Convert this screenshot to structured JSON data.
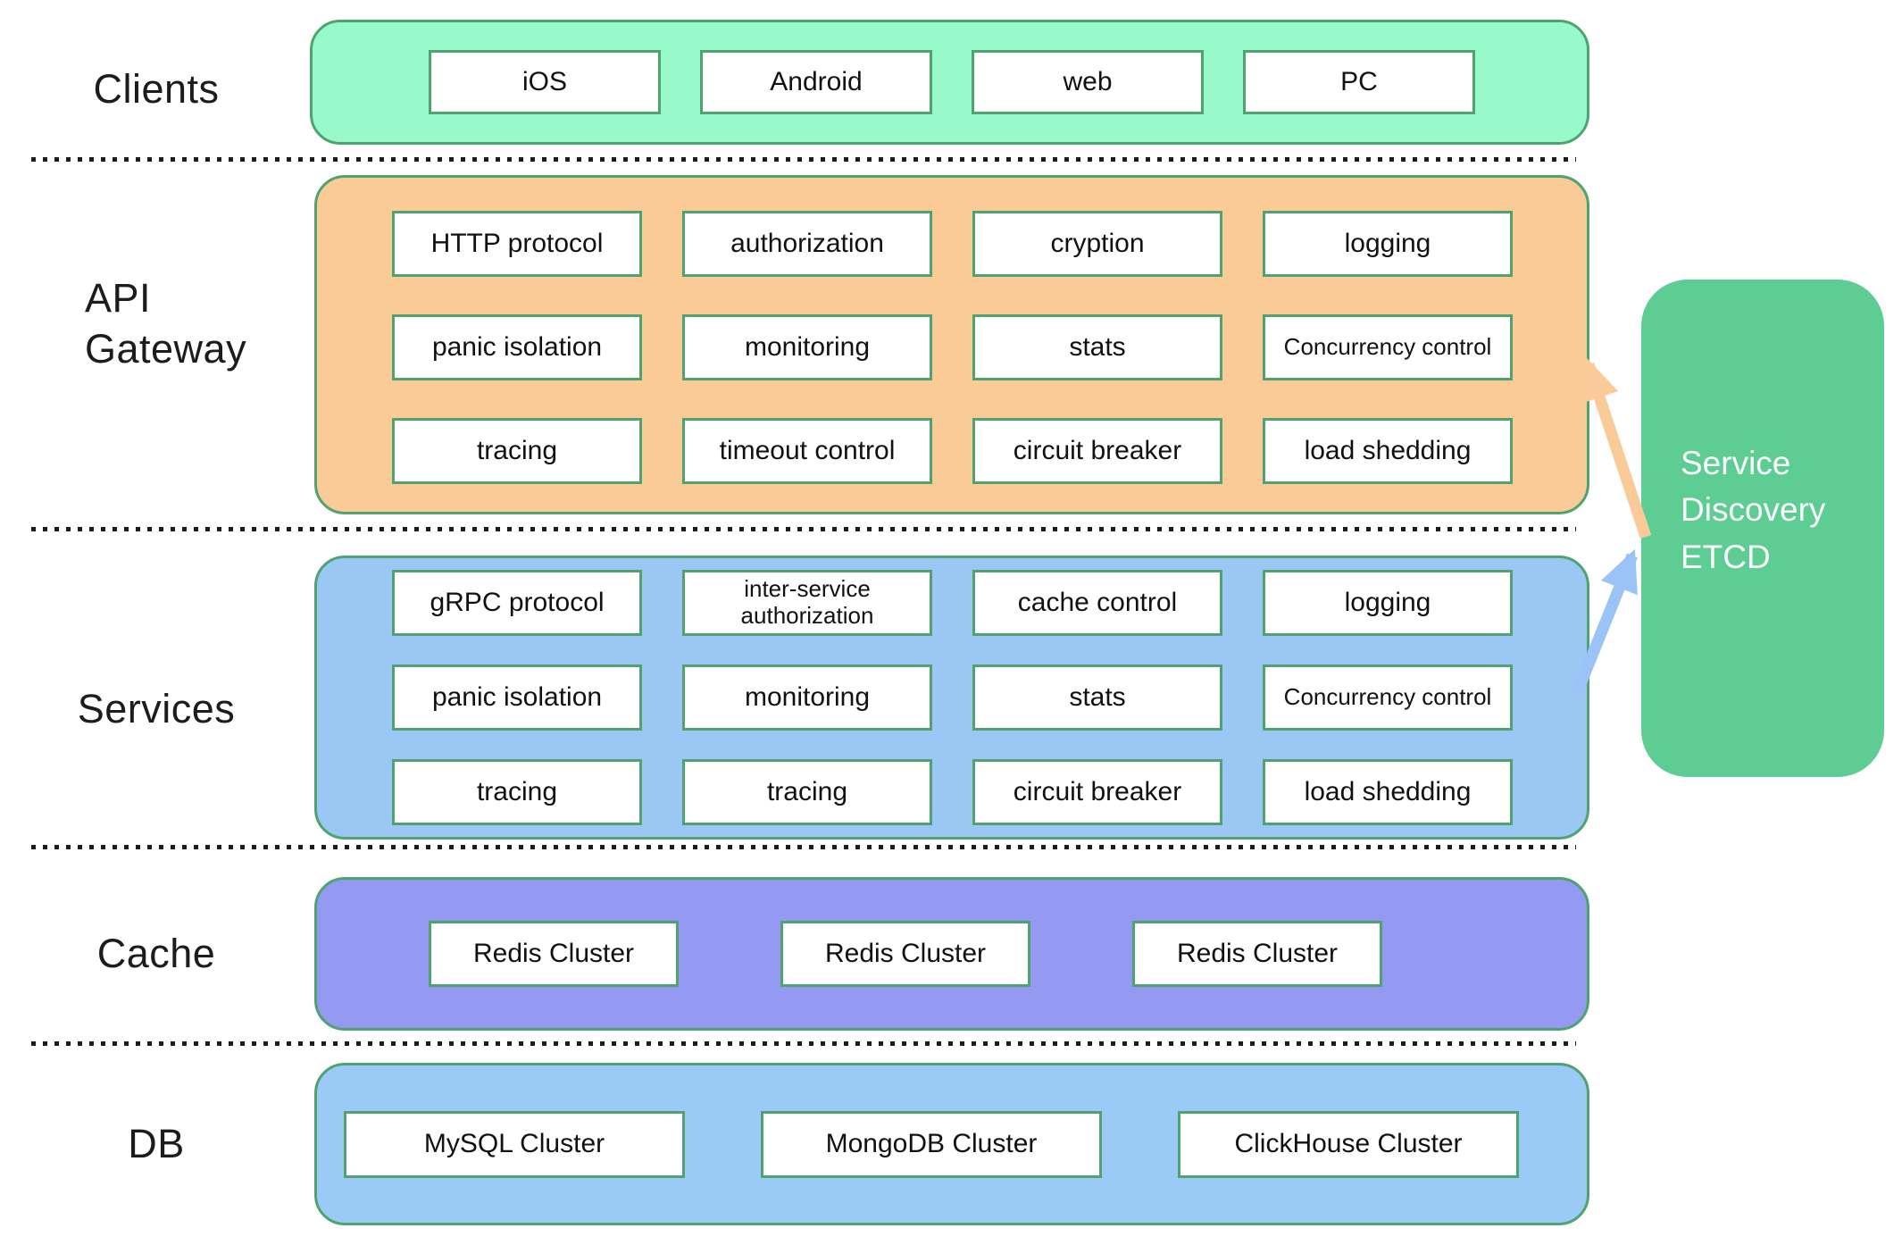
{
  "labels": {
    "clients": "Clients",
    "gateway_line1": "API",
    "gateway_line2": "Gateway",
    "services": "Services",
    "cache": "Cache",
    "db": "DB"
  },
  "clients": {
    "boxes": [
      "iOS",
      "Android",
      "web",
      "PC"
    ]
  },
  "gateway": {
    "rows": [
      [
        "HTTP protocol",
        "authorization",
        "cryption",
        "logging"
      ],
      [
        "panic isolation",
        "monitoring",
        "stats",
        "Concurrency control"
      ],
      [
        "tracing",
        "timeout control",
        "circuit breaker",
        "load shedding"
      ]
    ]
  },
  "services": {
    "rows": [
      [
        "gRPC protocol",
        "inter-service authorization",
        "cache control",
        "logging"
      ],
      [
        "panic isolation",
        "monitoring",
        "stats",
        "Concurrency control"
      ],
      [
        "tracing",
        "tracing",
        "circuit breaker",
        "load shedding"
      ]
    ]
  },
  "cache": {
    "boxes": [
      "Redis Cluster",
      "Redis Cluster",
      "Redis Cluster"
    ]
  },
  "db": {
    "boxes": [
      "MySQL Cluster",
      "MongoDB Cluster",
      "ClickHouse Cluster"
    ]
  },
  "etcd": {
    "lines": [
      "Service",
      "Discovery",
      "ETCD"
    ]
  },
  "arrows": [
    {
      "id": "orange-arrow",
      "tail": "service-discovery-left-edge",
      "head": "api-gateway-right-edge",
      "color": "#FACB98"
    },
    {
      "id": "blue-arrow",
      "tail": "services-right-edge",
      "head": "service-discovery-left-edge",
      "color": "#9CC3F7"
    }
  ],
  "colors": {
    "clients_fill": "#98FACA",
    "api_gateway_fill": "#FBCB97",
    "services_fill": "#9AC7F4",
    "cache_fill": "#9499F2",
    "db_fill": "#9CCAF6",
    "etcd_fill": "#5ECD93",
    "green_border": "#4FA36F",
    "arrow_orange": "#FACB98",
    "arrow_blue": "#9CC3F7",
    "separator": "#1C1C1C",
    "text_dark": "#151515",
    "text_light": "#FFFFFF"
  }
}
